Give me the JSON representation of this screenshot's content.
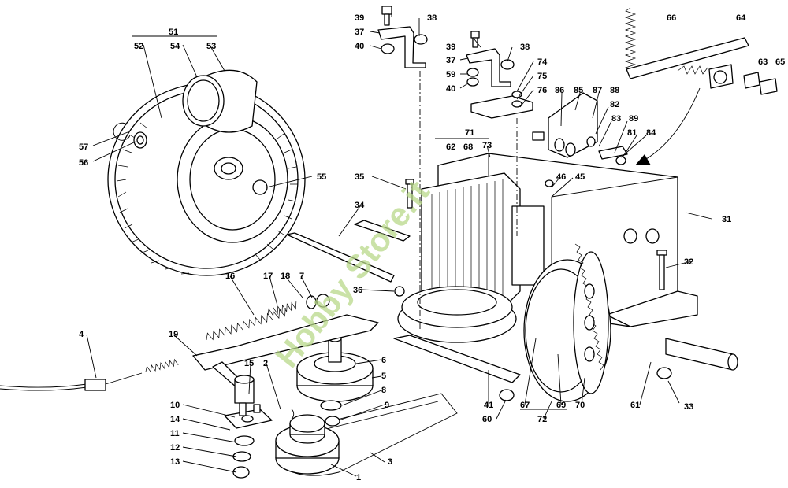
{
  "watermark": "Hobby Store.it",
  "part_labels": [
    "1",
    "2",
    "3",
    "4",
    "5",
    "6",
    "7",
    "8",
    "9",
    "10",
    "11",
    "12",
    "13",
    "14",
    "15",
    "16",
    "17",
    "18",
    "19",
    "31",
    "32",
    "33",
    "34",
    "35",
    "36",
    "37",
    "37",
    "38",
    "38",
    "39",
    "39",
    "40",
    "40",
    "41",
    "45",
    "46",
    "51",
    "52",
    "53",
    "54",
    "55",
    "56",
    "57",
    "59",
    "60",
    "61",
    "62",
    "63",
    "64",
    "65",
    "66",
    "67",
    "68",
    "69",
    "70",
    "71",
    "72",
    "73",
    "74",
    "75",
    "76",
    "81",
    "82",
    "83",
    "84",
    "85",
    "86",
    "87",
    "88",
    "89"
  ]
}
